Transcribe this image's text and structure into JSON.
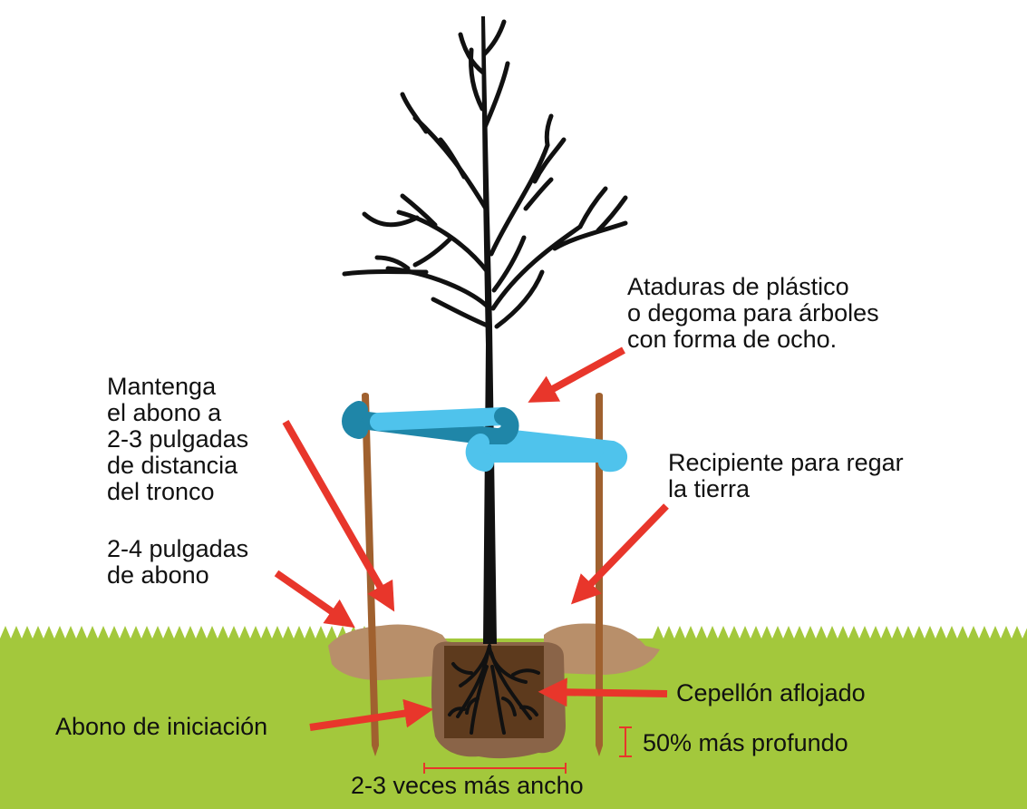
{
  "labels": {
    "ties": [
      "Ataduras de plástico",
      "o degoma para árboles",
      "con forma de ocho."
    ],
    "mulch_distance": [
      "Mantenga",
      "el abono a",
      "2-3 pulgadas",
      "de distancia",
      "del tronco"
    ],
    "mulch_depth": [
      "2-4 pulgadas",
      "de abono"
    ],
    "water_basin": [
      "Recipiente para regar",
      "la tierra"
    ],
    "root_ball": "Cepellón aflojado",
    "starter_fertilizer": "Abono de iniciación",
    "depth": "50% más profundo",
    "width": "2-3 veces más ancho"
  },
  "colors": {
    "grass": "#a3c83c",
    "soil_mound": "#b88f6a",
    "hole": "#8a6448",
    "root_ball": "#5d3a1d",
    "trunk": "#111111",
    "stake": "#a0612f",
    "tie_dark": "#1f86a8",
    "tie_light": "#4fc3ec",
    "arrow": "#e8362b",
    "bracket": "#e8362b"
  }
}
